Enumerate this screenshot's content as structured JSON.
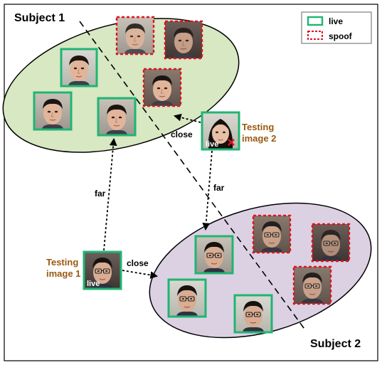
{
  "subjects": {
    "subject_1": "Subject 1",
    "subject_2": "Subject 2"
  },
  "legend": {
    "live": "live",
    "spoof": "spoof",
    "live_color": "#1fb573",
    "spoof_color": "#e0141e"
  },
  "testing": {
    "image_1_line1": "Testing",
    "image_1_line2": "image 1",
    "image_2_line1": "Testing",
    "image_2_line2": "image 2",
    "image_1_tag": "live",
    "image_2_tag": "live",
    "label_color": "#9a5a10"
  },
  "relations": {
    "close_1": "close",
    "close_2": "close",
    "far_1": "far",
    "far_2": "far"
  },
  "colors": {
    "cluster_1_fill": "#d7e8c3",
    "cluster_2_fill": "#dcd1e3",
    "outline": "#000000"
  }
}
